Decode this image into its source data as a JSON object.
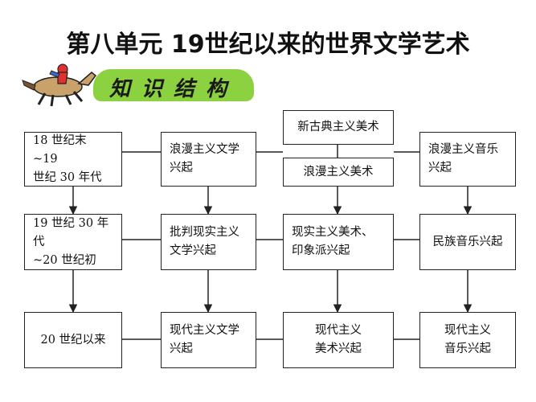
{
  "title": "第八单元 19世纪以来的世界文学艺术",
  "knowledge_label": "知识结构",
  "nodes": {
    "era1": [
      "18 世纪末 ~19",
      "世纪 30 年代"
    ],
    "lit1": [
      "浪漫主义文学",
      "兴起"
    ],
    "art0": [
      "新古典主义美术"
    ],
    "art1": [
      "浪漫主义美术"
    ],
    "mus1": [
      "浪漫主义音乐",
      "兴起"
    ],
    "era2": [
      "19 世纪 30 年代",
      "~20 世纪初"
    ],
    "lit2": [
      "批判现实主义",
      "文学兴起"
    ],
    "art2": [
      "现实主义美术、",
      "印象派兴起"
    ],
    "mus2": [
      "民族音乐兴起"
    ],
    "era3": [
      "20 世纪以来"
    ],
    "lit3": [
      "现代主义文学",
      "兴起"
    ],
    "art3": [
      "现代主义",
      "美术兴起"
    ],
    "mus3": [
      "现代主义",
      "音乐兴起"
    ]
  },
  "colors": {
    "banner": "#8cd13f",
    "line": "#222222"
  },
  "icons": {
    "horse": "horse-rider-icon"
  }
}
